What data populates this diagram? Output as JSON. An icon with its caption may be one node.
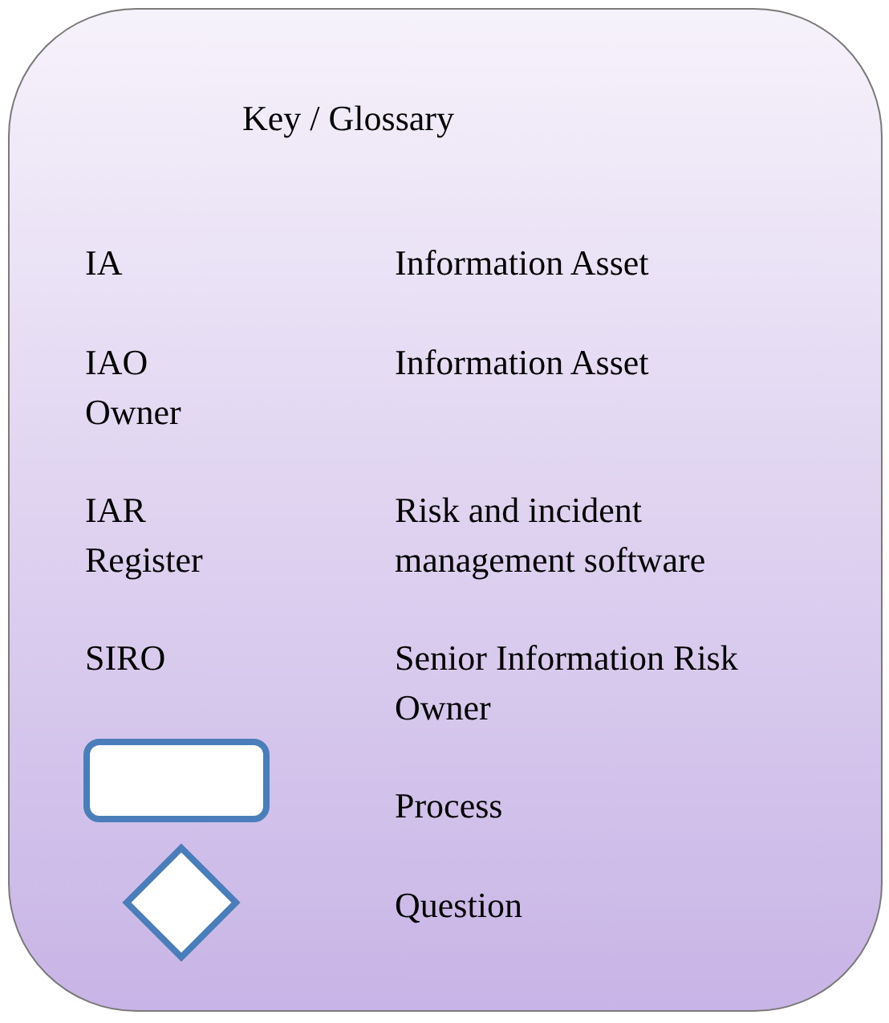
{
  "diagram": {
    "nodes": [
      {
        "text": [
          "Key / Glossary"
        ]
      },
      {
        "text": [],
        "shape": "box",
        "in": 0
      },
      {
        "text": [],
        "shape": "diamond",
        "in": 0
      }
    ],
    "labels": [
      "IA",
      "Information Asset",
      "IAO Owner",
      "Information Asset",
      "IAR Register",
      "Risk and incident management software",
      "SIRO",
      "Senior Information Risk Owner"
    ],
    "legend": [
      {
        "text": "Process"
      },
      {
        "text": "Question"
      }
    ]
  }
}
